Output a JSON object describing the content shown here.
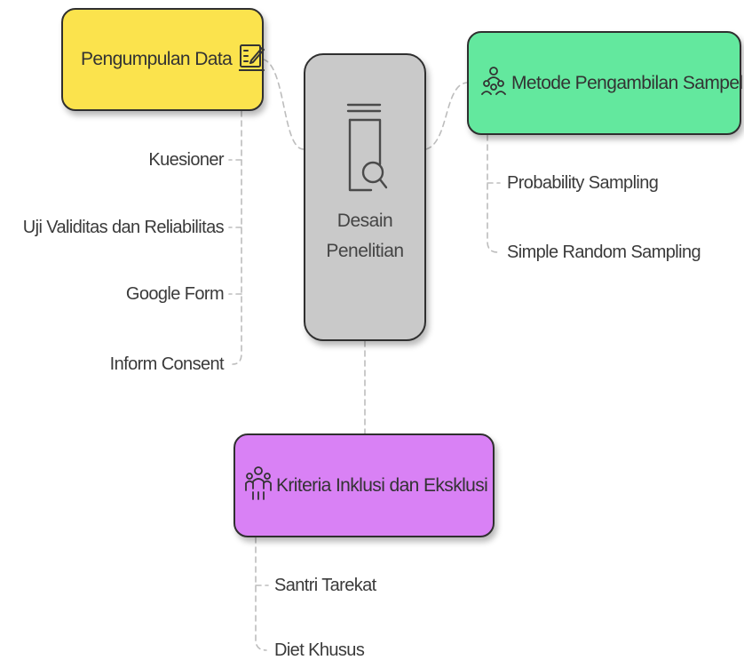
{
  "center": {
    "title_line1": "Desain",
    "title_line2": "Penelitian",
    "color": "#c9c9c9",
    "icon": "document-search-icon"
  },
  "branches": {
    "data_collection": {
      "label": "Pengumpulan Data",
      "color": "#fbe34d",
      "icon": "form-edit-icon",
      "items": [
        "Kuesioner",
        "Uji Validitas dan Reliabilitas",
        "Google Form",
        "Inform Consent"
      ]
    },
    "sampling_method": {
      "label": "Metode Pengambilan Sampel",
      "color": "#63e89e",
      "icon": "people-sampling-icon",
      "items": [
        "Probability Sampling",
        "Simple Random Sampling"
      ]
    },
    "criteria": {
      "label": "Kriteria Inklusi dan Eksklusi",
      "color": "#d981f5",
      "icon": "group-people-icon",
      "items": [
        "Santri Tarekat",
        "Diet Khusus"
      ]
    }
  },
  "connector_color": "#bdbdbd"
}
